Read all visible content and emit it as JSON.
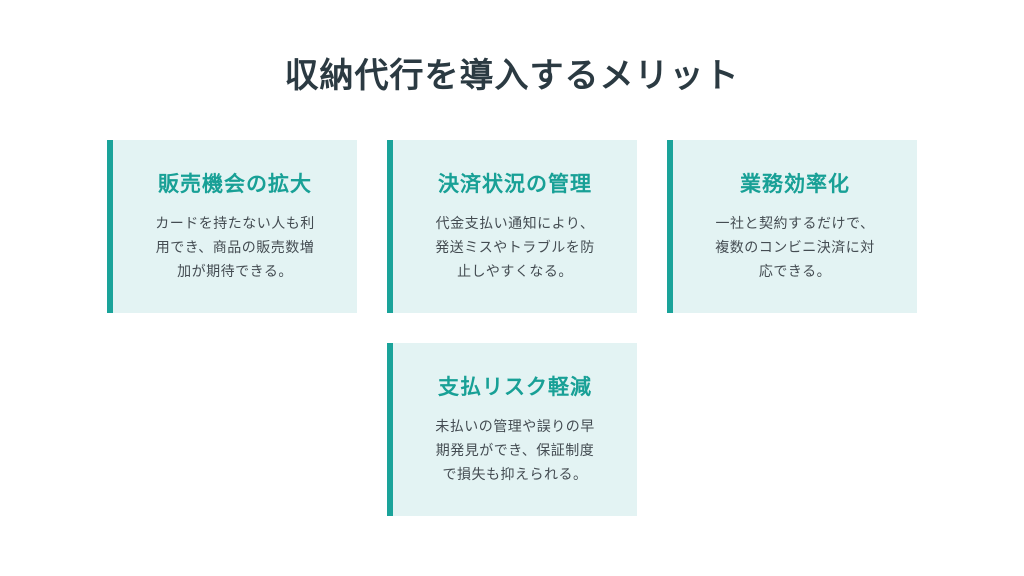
{
  "title": "収納代行を導入するメリット",
  "accent_color": "#1aa39a",
  "card_bg_color": "#e3f3f3",
  "cards": [
    {
      "title": "販売機会の拡大",
      "lines": [
        "カードを持たない人も利",
        "用でき、商品の販売数増",
        "加が期待できる。"
      ]
    },
    {
      "title": "決済状況の管理",
      "lines": [
        "代金支払い通知により、",
        "発送ミスやトラブルを防",
        "止しやすくなる。"
      ]
    },
    {
      "title": "業務効率化",
      "lines": [
        "一社と契約するだけで、",
        "複数のコンビニ決済に対",
        "応できる。"
      ]
    },
    {
      "title": "支払リスク軽減",
      "lines": [
        "未払いの管理や誤りの早",
        "期発見ができ、保証制度",
        "で損失も抑えられる。"
      ]
    }
  ]
}
